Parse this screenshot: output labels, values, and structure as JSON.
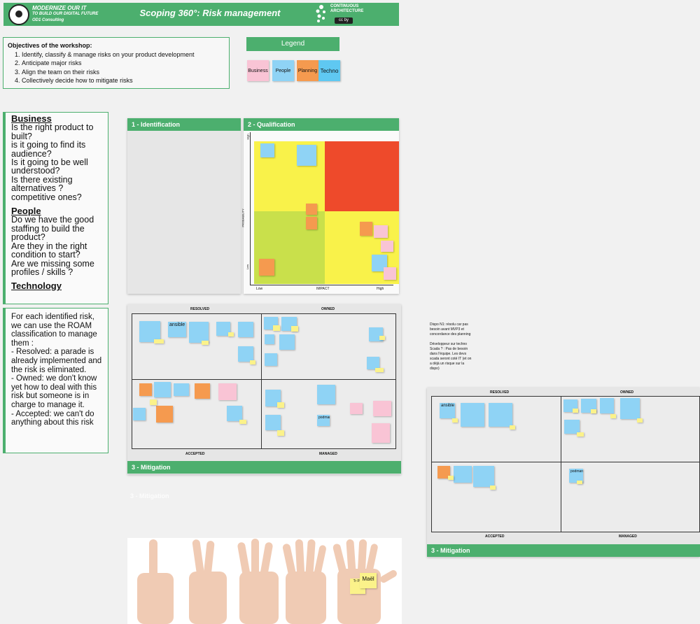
{
  "banner": {
    "brand_line1": "MODERNIZE OUR IT",
    "brand_line2": "TO BUILD OUR DIGITAL FUTURE",
    "brand_line3": "OD1 Consulting",
    "title": "Scoping 360°: Risk management",
    "ca_line1": "CONTINUOUS",
    "ca_line2": "ARCHITECTURE",
    "license": "cc by"
  },
  "objectives": {
    "title": "Objectives of the workshop:",
    "items": [
      "Identify, classify & manage risks on your product development",
      "Anticipate major risks",
      "Align the team on their risks",
      "Collectively decide how to mitigate risks"
    ]
  },
  "legend": {
    "title": "Legend",
    "items": [
      {
        "label": "Business",
        "color": "#f9c4d5"
      },
      {
        "label": "People",
        "color": "#8fd3f5"
      },
      {
        "label": "Planning",
        "color": "#f59a4f"
      },
      {
        "label": "Techno",
        "color": "#5fc8f2"
      }
    ]
  },
  "guide": {
    "business_title": "Business",
    "business_text": "Is the right product to built?\nis it going to find its audience?\nIs it going to be well understood?\nIs there existing alternatives ? competitive ones?",
    "people_title": "People",
    "people_text": "Do we have the good staffing to build the product?\nAre they in the right condition to start?\nAre we missing some profiles / skills ?",
    "tech_title": "Technology",
    "roam_text": "For each identified risk, we can use the ROAM classification to manage them :\n- Resolved: a parade is already implemented and the risk is eliminated.\n- Owned: we don't know yet how to deal with this risk but someone is in charge to manage it.\n- Accepted: we can't do anything about this risk"
  },
  "panels": {
    "identification": "1 -  Identification",
    "qualification": "2 - Qualification",
    "mitigation": "3 - Mitigation",
    "mitigation_ghost": "3 - Mitigation"
  },
  "qualification": {
    "y_high": "High",
    "y_low": "Low",
    "y_axis": "PROBABILITY",
    "x_low": "Low",
    "x_axis": "IMPACT",
    "x_high": "High",
    "colors": {
      "top_left": "#f9f24a",
      "top_right": "#ee4a2b",
      "bottom_left": "#c9e04b",
      "bottom_right": "#f9f24a"
    }
  },
  "roam": {
    "resolved": "RESOLVED",
    "owned": "OWNED",
    "accepted": "ACCEPTED",
    "managed": "MANAGED",
    "ansible": "ansible",
    "podman": "podman"
  },
  "side_note": {
    "text": "Dispo N1: résolu car pas besoin avant MVP3 et concordance des planning\n\nDéveloppeur sur techno Scada ? : Pas de besoin dans l'équipe. Les devs scada seront coté IT (et on a déjà un risque sur la dispo)"
  },
  "hands": {
    "note_name": "Maël",
    "note_small": "Tr",
    "note_small2": "P..."
  }
}
